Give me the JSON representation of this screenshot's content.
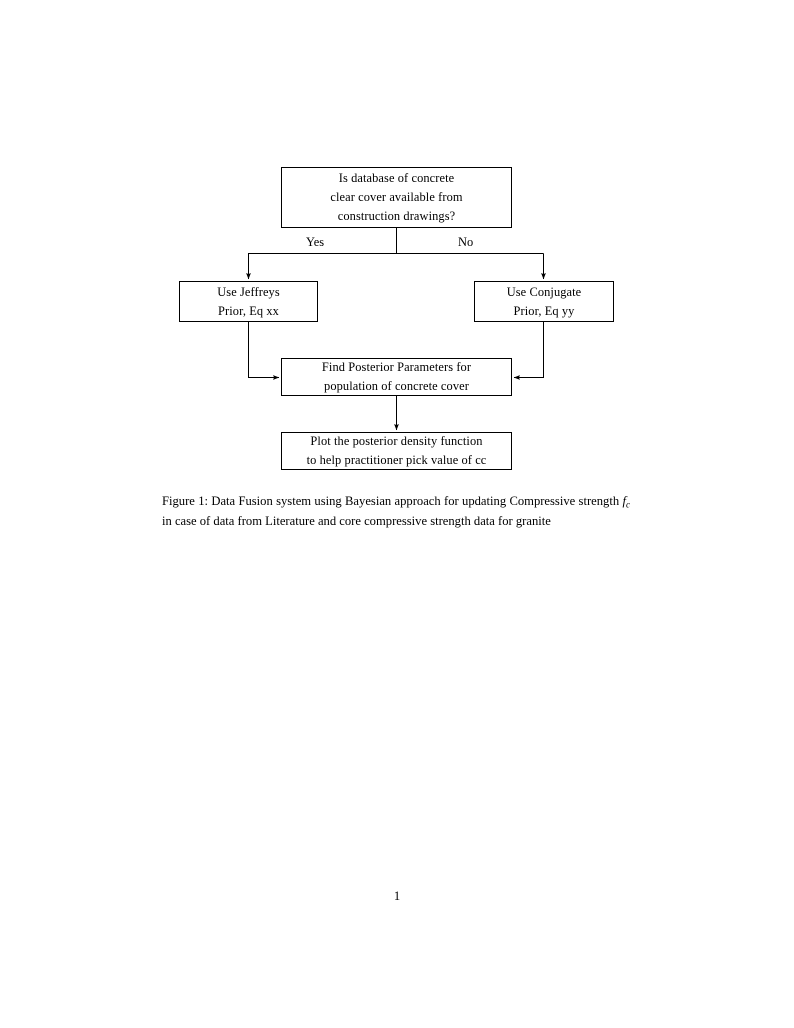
{
  "document": {
    "page_number": "1",
    "background_color": "#ffffff",
    "ink_color": "#000000"
  },
  "figure": {
    "caption_label": "Figure 1:",
    "caption_part_1": " Data Fusion system using Bayesian approach for updating Compressive strength ",
    "caption_math_f": "f",
    "caption_math_sub": "c",
    "caption_part_2": " in case of data from Literature and core compressive strength data for granite",
    "nodes": [
      {
        "id": "decision",
        "lines": [
          "Is database of concrete",
          "clear cover available from",
          "construction drawings?"
        ]
      },
      {
        "id": "jeffreys",
        "lines": [
          "Use Jeffreys",
          "Prior, Eq xx"
        ]
      },
      {
        "id": "conjugate",
        "lines": [
          "Use Conjugate",
          "Prior, Eq yy"
        ]
      },
      {
        "id": "posterior",
        "lines": [
          "Find Posterior Parameters for",
          "population of concrete cover"
        ]
      },
      {
        "id": "plot",
        "lines": [
          "Plot the posterior density function",
          "to help practitioner pick value of cc"
        ]
      }
    ],
    "edge_labels": {
      "yes": "Yes",
      "no": "No"
    }
  }
}
